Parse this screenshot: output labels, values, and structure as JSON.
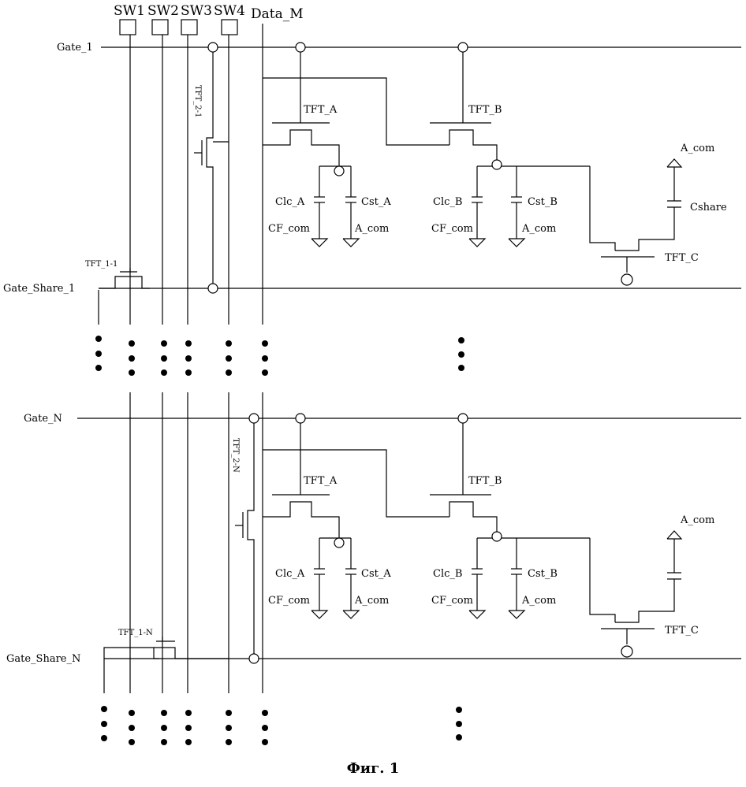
{
  "switches": [
    "SW1",
    "SW2",
    "SW3",
    "SW4"
  ],
  "data_line": "Data_M",
  "gate_1": "Gate_1",
  "gate_share_1": "Gate_Share_1",
  "gate_n": "Gate_N",
  "gate_share_n": "Gate_Share_N",
  "tft_1_1": "TFT_1-1",
  "tft_2_1": "TFT_2-1",
  "tft_1_n": "TFT_1-N",
  "tft_2_n": "TFT_2-N",
  "pixel_top": {
    "tft_a": "TFT_A",
    "tft_b": "TFT_B",
    "tft_c": "TFT_C",
    "clc_a": "Clc_A",
    "cst_a": "Cst_A",
    "clc_b": "Clc_B",
    "cst_b": "Cst_B",
    "cf_com_a": "CF_com",
    "a_com_a": "A_com",
    "cf_com_b": "CF_com",
    "a_com_b": "A_com",
    "a_com_top": "A_com",
    "cshare": "Cshare"
  },
  "pixel_bottom": {
    "tft_a": "TFT_A",
    "tft_b": "TFT_B",
    "tft_c": "TFT_C",
    "clc_a": "Clc_A",
    "cst_a": "Cst_A",
    "clc_b": "Clc_B",
    "cst_b": "Cst_B",
    "cf_com_a": "CF_com",
    "a_com_a": "A_com",
    "cf_com_b": "CF_com",
    "a_com_b": "A_com",
    "a_com_top": "A_com"
  },
  "caption": "Фиг. 1"
}
